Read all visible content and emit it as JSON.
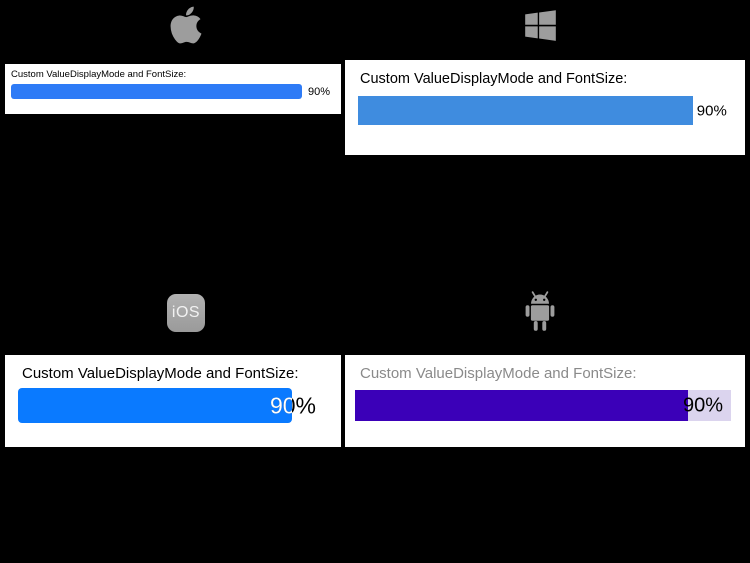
{
  "page": {
    "background_color": "#000000"
  },
  "sections": {
    "macos": {
      "icon": "apple-logo-icon",
      "icon_color": "#9d9d9d",
      "card": {
        "label": "Custom ValueDisplayMode and FontSize:",
        "value": "90%",
        "progress_percent": 90,
        "fill_width": "90%",
        "fill_color": "#2e7bf6",
        "track_color": "#ffffff",
        "value_color": "#000000"
      }
    },
    "windows": {
      "icon": "windows-logo-icon",
      "icon_color": "#9d9d9d",
      "card": {
        "label": "Custom ValueDisplayMode and FontSize:",
        "value": "90%",
        "progress_percent": 90,
        "fill_width": "90%",
        "fill_color": "#3f8cdf",
        "track_color": "#ffffff",
        "value_color": "#000000"
      }
    },
    "ios": {
      "icon": "ios-logo-icon",
      "icon_text": "iOS",
      "icon_color": "#a6a6a6",
      "card": {
        "label": "Custom ValueDisplayMode and FontSize:",
        "value": "90%",
        "progress_percent": 90,
        "fill_width": "90%",
        "fill_color": "#0a7aff",
        "track_color": "#ffffff",
        "value_color_on_track": "#000000",
        "value_color_on_fill": "#ffffff"
      }
    },
    "android": {
      "icon": "android-logo-icon",
      "icon_color": "#9d9d9d",
      "card": {
        "label": "Custom ValueDisplayMode and FontSize:",
        "label_color": "#8a8a8a",
        "value": "90%",
        "progress_percent": 90,
        "fill_width": "88.5%",
        "fill_color": "#3b00b8",
        "track_color": "#dbd4ee",
        "value_color": "#000000"
      }
    }
  }
}
